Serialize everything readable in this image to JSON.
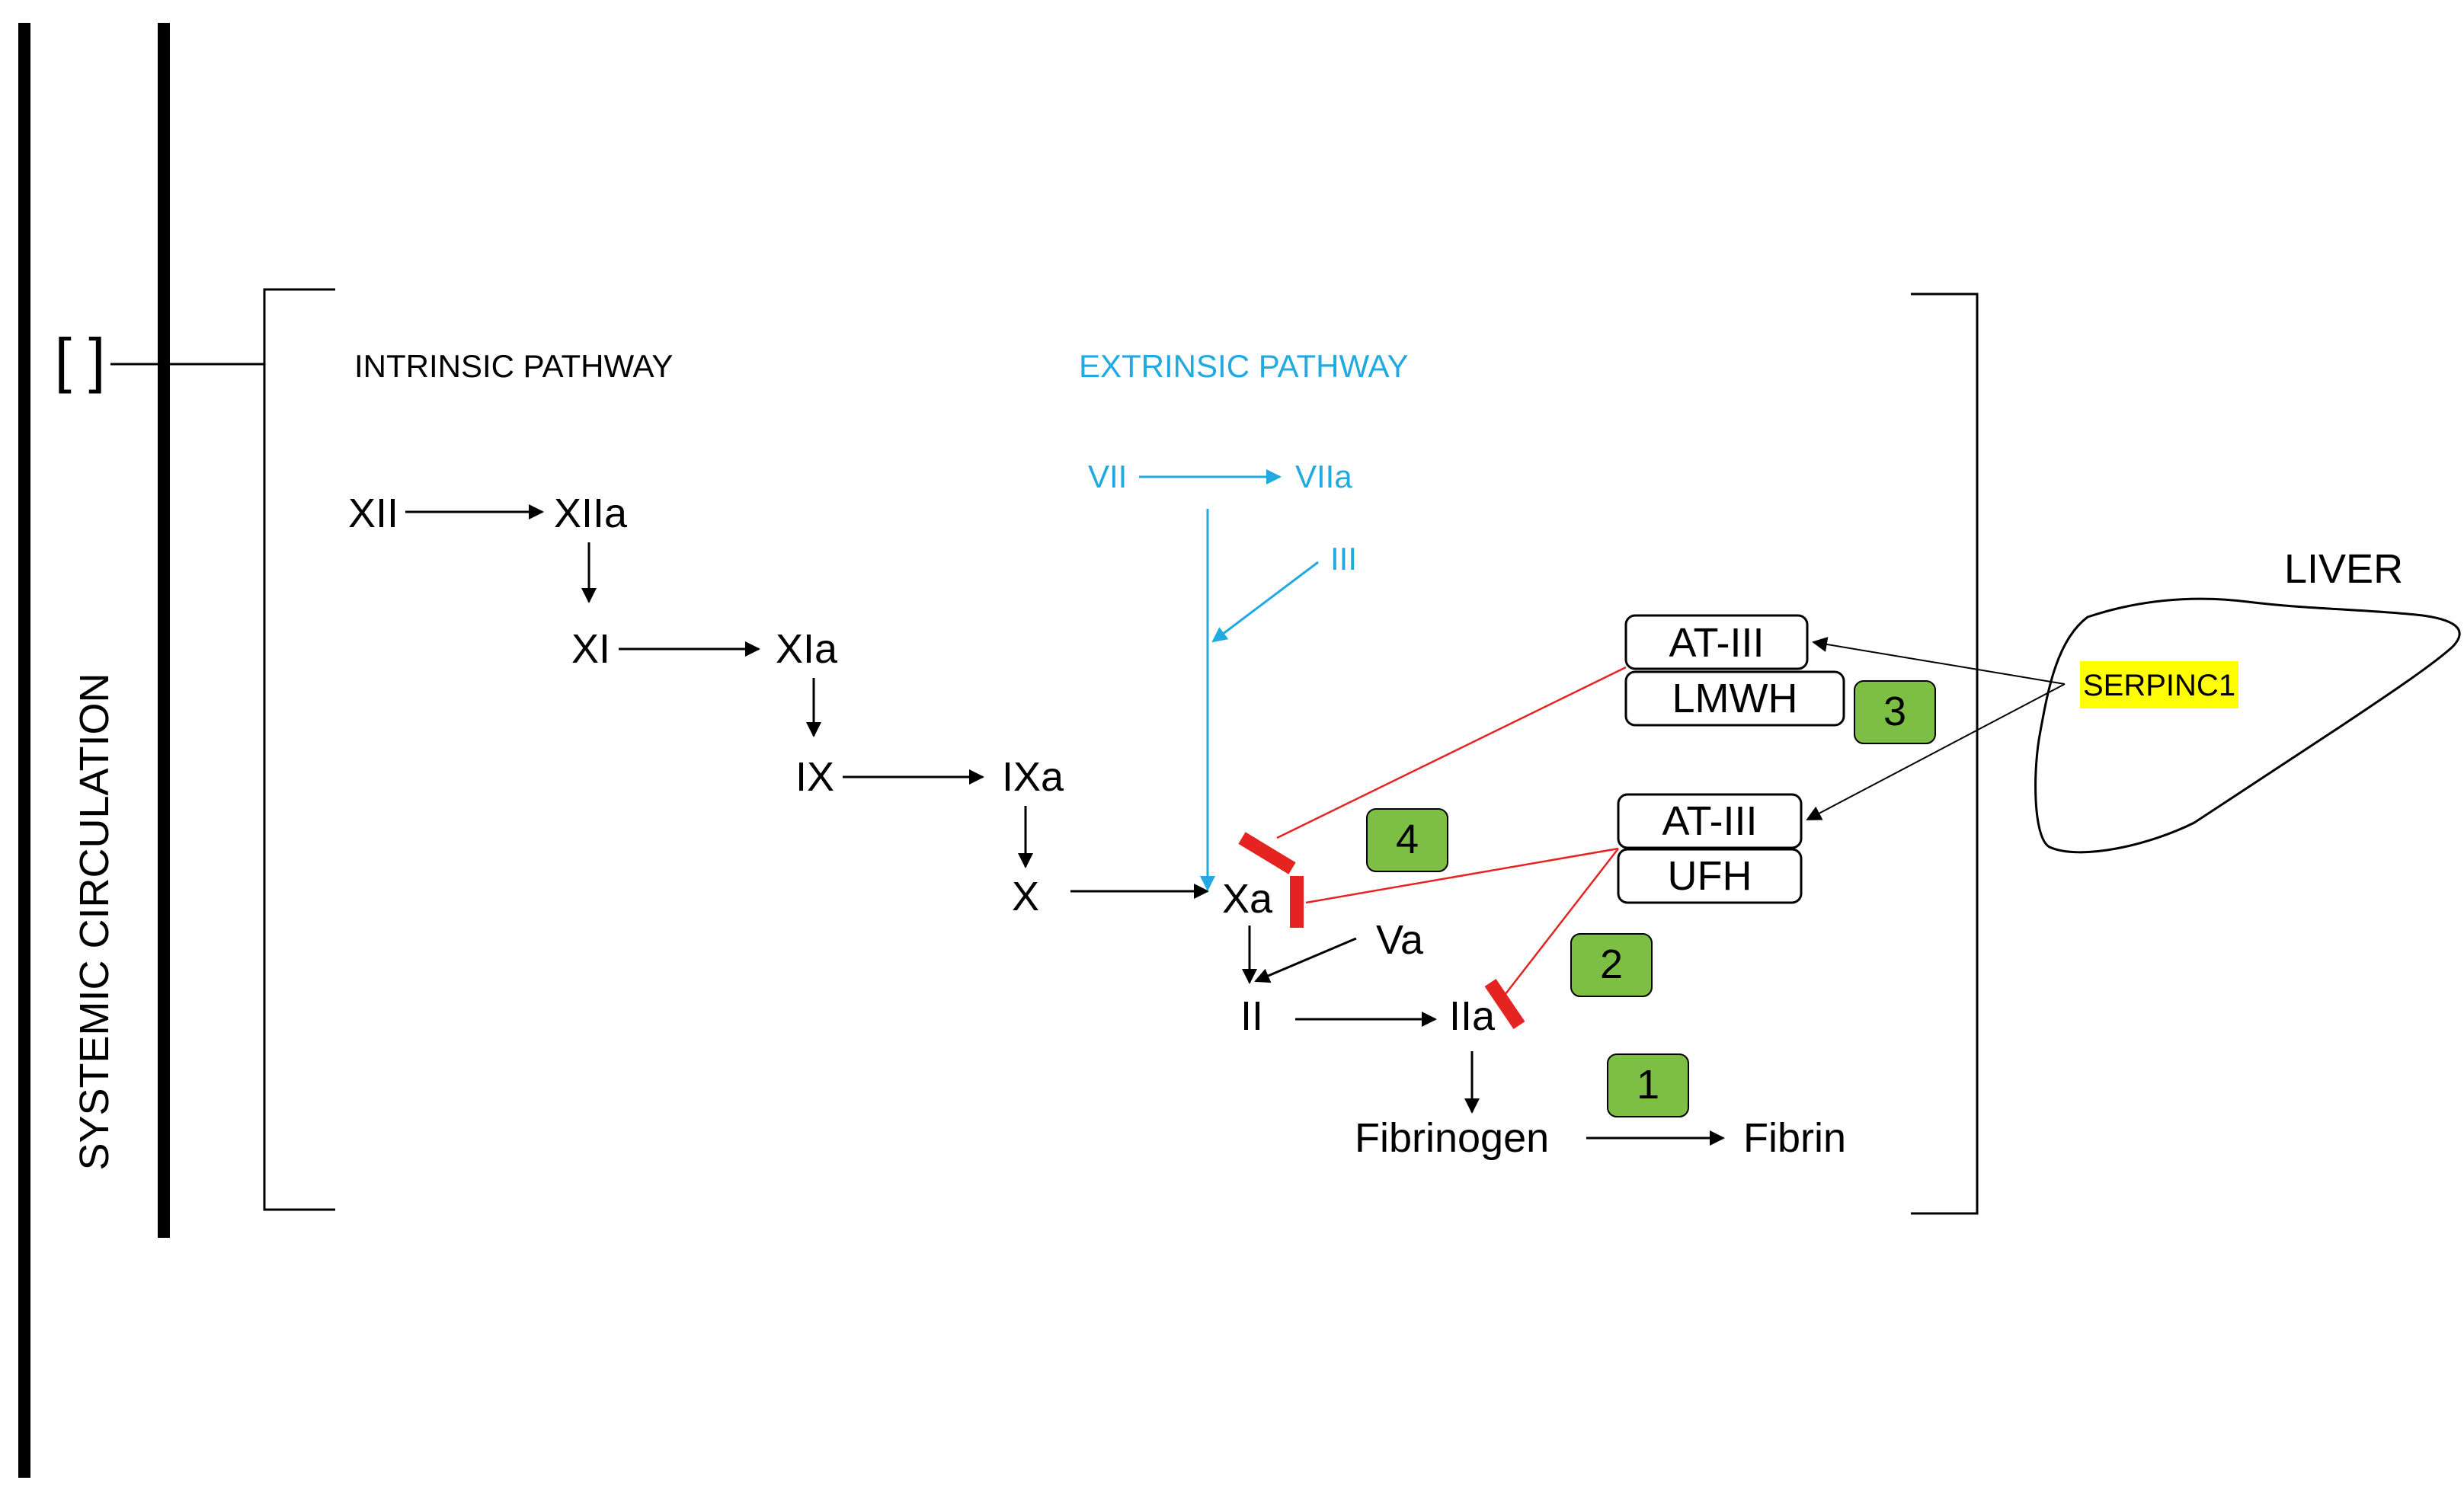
{
  "side_label": "SYSTEMIC CIRCULATION",
  "bracket_symbol": "[ ]",
  "intrinsic": {
    "title": "INTRINSIC PATHWAY",
    "factors": [
      "XII",
      "XIIa",
      "XI",
      "XIa",
      "IX",
      "IXa",
      "X"
    ]
  },
  "extrinsic": {
    "title": "EXTRINSIC PATHWAY",
    "factors": [
      "VII",
      "VIIa",
      "III"
    ]
  },
  "common": {
    "xa": "Xa",
    "va": "Va",
    "ii": "II",
    "iia": "IIa",
    "fibrinogen": "Fibrinogen",
    "fibrin": "Fibrin"
  },
  "drugs": {
    "at_iii_top": "AT-III",
    "lmwh": "LMWH",
    "at_iii_bottom": "AT-III",
    "ufh": "UFH"
  },
  "liver": {
    "label": "LIVER",
    "gene": "SERPINC1"
  },
  "badges": [
    "1",
    "2",
    "3",
    "4"
  ],
  "colors": {
    "intrinsic": "#000000",
    "extrinsic": "#21a9e0",
    "inhibition": "#e52421",
    "badge_fill": "#7dbe45",
    "gene_highlight": "#ffff00"
  }
}
